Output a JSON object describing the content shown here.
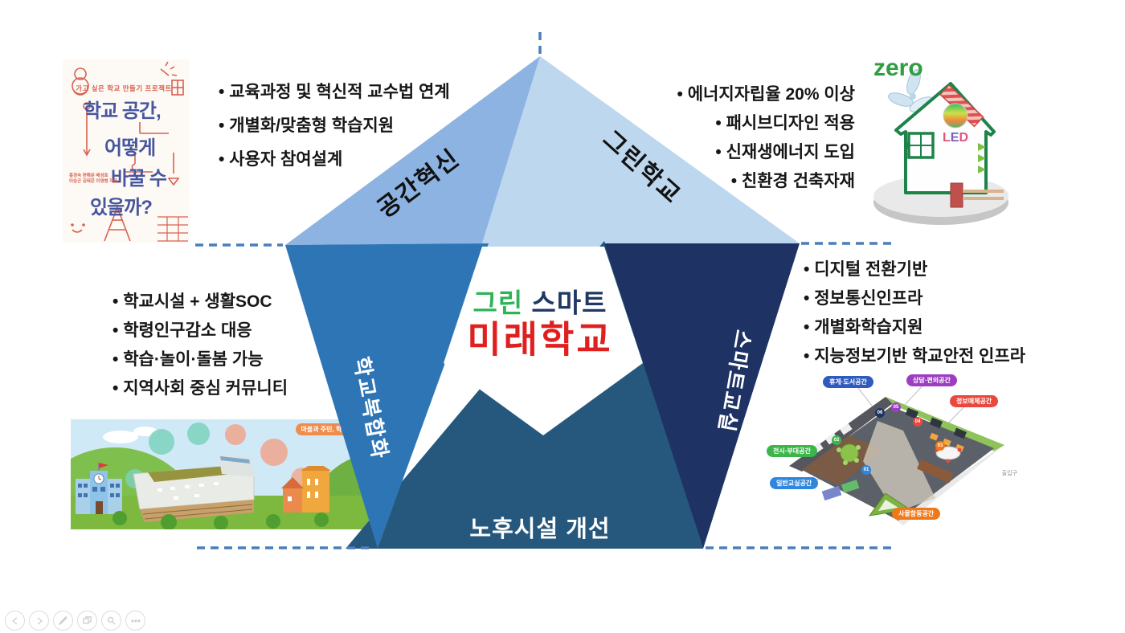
{
  "center": {
    "top_green": "그린",
    "top_navy": "스마트",
    "main": "미래학교"
  },
  "segments": {
    "space": {
      "label": "공간혁신",
      "bullets": [
        "교육과정 및 혁신적 교수법 연계",
        "개별화/맞춤형 학습지원",
        "사용자 참여설계"
      ]
    },
    "green": {
      "label": "그린학교",
      "bullets": [
        "에너지자립율 20% 이상",
        "패시브디자인 적용",
        "신재생에너지 도입",
        "친환경 건축자재"
      ]
    },
    "smart": {
      "label": "스마트교실",
      "bullets": [
        "디지털 전환기반",
        "정보통신인프라",
        "개별화학습지원",
        "지능정보기반 학교안전 인프라"
      ]
    },
    "complex": {
      "label": "학교복합화",
      "bullets": [
        "학교시설 + 생활SOC",
        "학령인구감소 대응",
        "학습·놀이·돌봄 가능",
        "지역사회 중심 커뮤니티"
      ]
    },
    "renewal": {
      "label": "노후시설 개선"
    }
  },
  "colors": {
    "space": "#8db3e2",
    "green": "#bdd7ee",
    "smart": "#1e3264",
    "complex": "#2e75b6",
    "renewal": "#25587c",
    "guide": "#4a7ebb",
    "center_green": "#2eb457",
    "center_navy": "#1f3864",
    "center_red": "#e01f1f"
  },
  "book_cover": {
    "tagline": "가고 싶은 학교 만들기 프로젝트",
    "title": [
      "학교 공간,",
      "어떻게",
      "바꿀 수",
      "있을까?"
    ],
    "authors_line1": "홍경숙 편해문 배성호",
    "authors_line2": "이승곤 김태은 이영범 지음"
  },
  "zero_house": {
    "caption": "zero",
    "led": "LED"
  },
  "town_banner": {
    "badge": "마을과 주민, 학교를 잇는"
  },
  "floorplan": {
    "pills": [
      {
        "text": "휴게·도서공간",
        "color": "#2f5bbf"
      },
      {
        "text": "상담·편의공간",
        "color": "#9b3fc0"
      },
      {
        "text": "정보매체공간",
        "color": "#e8493f"
      },
      {
        "text": "전시·부대공간",
        "color": "#3cb54a"
      },
      {
        "text": "일반교실공간",
        "color": "#2e86de"
      },
      {
        "text": "사물함등공간",
        "color": "#f07818"
      }
    ],
    "numbers": [
      {
        "n": "01",
        "color": "#2e86de"
      },
      {
        "n": "02",
        "color": "#3cb54a"
      },
      {
        "n": "03",
        "color": "#f07818"
      },
      {
        "n": "04",
        "color": "#e8493f"
      },
      {
        "n": "05",
        "color": "#9b3fc0"
      },
      {
        "n": "06",
        "color": "#1e3264"
      }
    ],
    "door_label": "출입구"
  },
  "controls": {
    "icons": [
      "previous-slide",
      "next-slide",
      "pen",
      "see-all-slides",
      "zoom-into-slide",
      "more-options"
    ]
  }
}
